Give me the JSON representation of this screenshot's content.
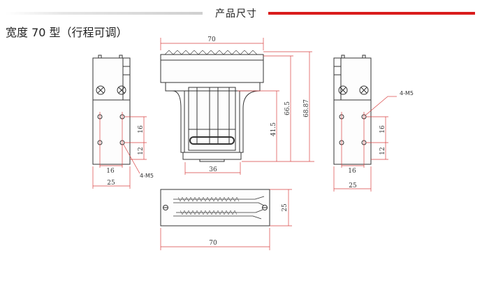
{
  "header": {
    "title": "产品尺寸"
  },
  "model": {
    "title": "宽度 70 型（行程可调）"
  },
  "dims": {
    "front_width": "70",
    "inner_width": "36",
    "h_open": "41.5",
    "h_body": "66.5",
    "h_total": "68.87",
    "left_v16": "16",
    "left_v12": "12",
    "left_h16": "16",
    "left_w25": "25",
    "left_hole": "4-M5",
    "right_v16": "16",
    "right_v12": "12",
    "right_h16": "16",
    "right_w25": "25",
    "right_hole": "4-M5",
    "top_depth": "25",
    "top_width": "70"
  },
  "colors": {
    "accent": "#d91c1c",
    "dim_line": "#d94040",
    "outline": "#333333"
  }
}
